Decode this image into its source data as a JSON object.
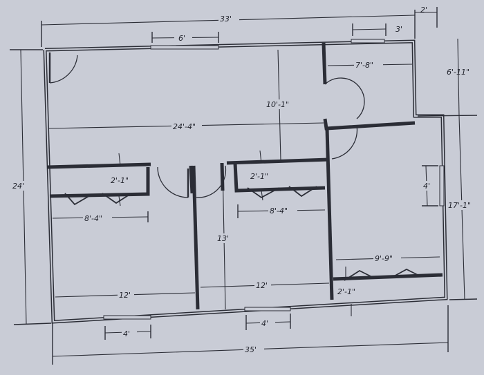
{
  "dimensions": {
    "overall_top": "33'",
    "right_offset_top": "2'",
    "top_window": "6'",
    "top_right_window": "3'",
    "closet_width": "7'-8\"",
    "closet_depth": "6'-11\"",
    "right_wing_depth": "17'-1\"",
    "overall_left": "24'",
    "great_room_depth": "10'-1\"",
    "great_room_width": "24'-4\"",
    "closet_a_depth": "2'-1\"",
    "closet_a_width": "8'-4\"",
    "closet_b_depth": "2'-1\"",
    "closet_b_width": "8'-4\"",
    "bedroom_depth": "13'",
    "right_window": "4'",
    "closet_c_width": "9'-9\"",
    "closet_c_depth": "2'-1\"",
    "bedroom_a_width": "12'",
    "bedroom_b_width": "12'",
    "bottom_window_left": "4'",
    "bottom_window_right": "4'",
    "overall_bottom": "35'"
  }
}
